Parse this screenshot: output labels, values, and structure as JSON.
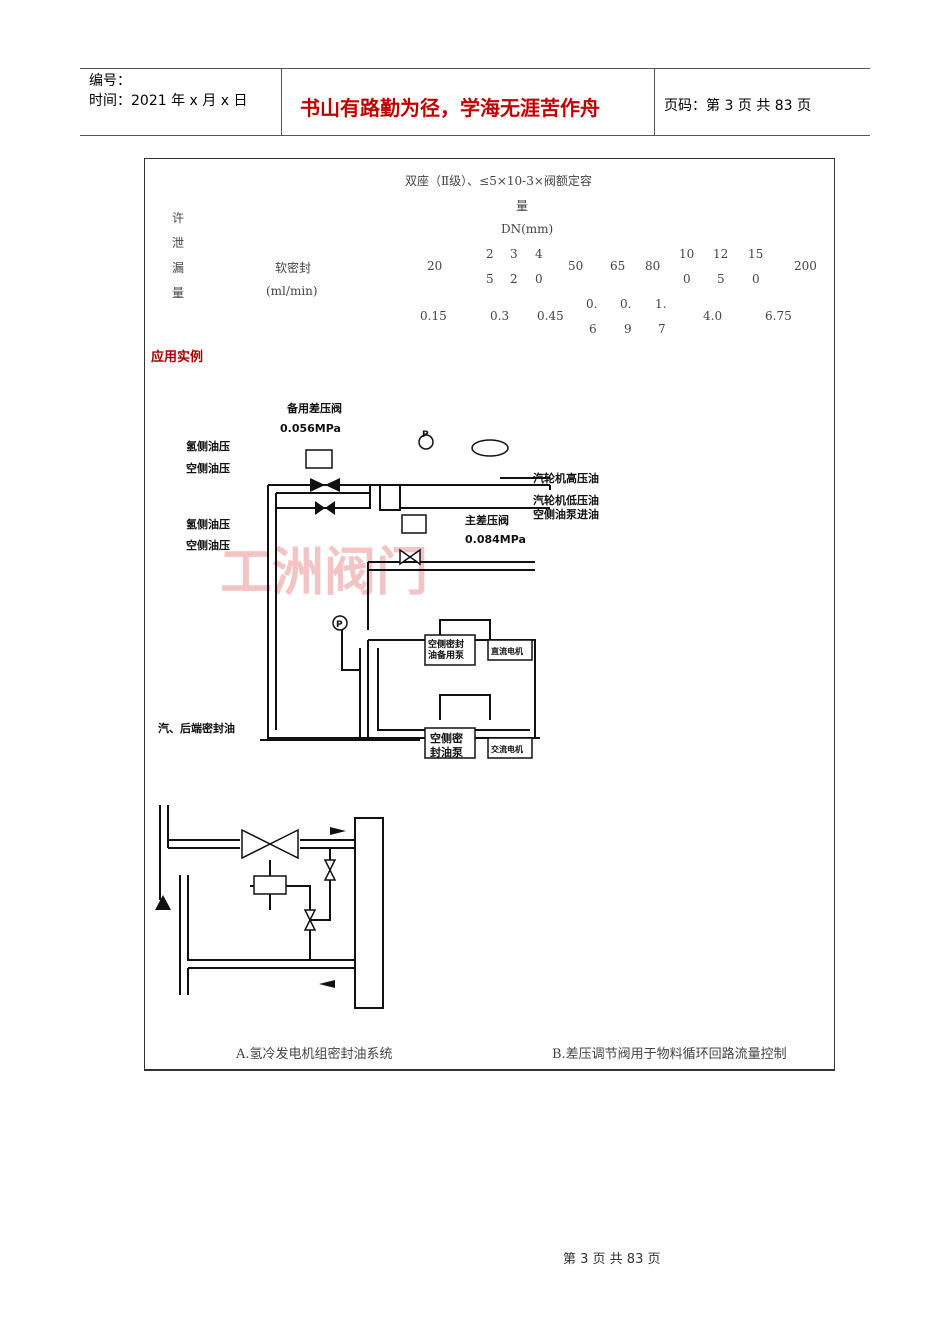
{
  "header": {
    "number_label": "编号：",
    "date_label": "时间：2021 年 x 月 x 日",
    "motto": "书山有路勤为径，学海无涯苦作舟",
    "page_label": "页码：第 3 页  共 83 页"
  },
  "table": {
    "title_line1": "双座（Ⅱ级）、≤5×10-3×阀额定容",
    "title_line2": "量",
    "dn_label": "DN(mm)",
    "row_label_chars": [
      "许",
      "泄",
      "漏",
      "量"
    ],
    "seal_label": "软密封",
    "unit_label": "(ml/min)",
    "dn_values": [
      {
        "top": "20"
      },
      {
        "top": "2",
        "bottom": "5"
      },
      {
        "top": "3",
        "bottom": "2"
      },
      {
        "top": "4",
        "bottom": "0"
      },
      {
        "top": "50"
      },
      {
        "top": "65"
      },
      {
        "top": "80"
      },
      {
        "top": "10",
        "bottom": "0"
      },
      {
        "top": "12",
        "bottom": "5"
      },
      {
        "top": "15",
        "bottom": "0"
      },
      {
        "top": "200"
      }
    ],
    "leak_values": [
      {
        "text": "0.15"
      },
      {
        "text": "0.3"
      },
      {
        "text": "0.45"
      },
      {
        "top": "0.",
        "bottom": "6"
      },
      {
        "top": "0.",
        "bottom": "9"
      },
      {
        "top": "1.",
        "bottom": "7"
      },
      {
        "text": "4.0"
      },
      {
        "text": "6.75"
      }
    ]
  },
  "section_title": "应用实例",
  "diagram_a": {
    "backup_valve": "备用差压阀",
    "backup_pressure": "0.056MPa",
    "h2_oil_pressure": "氢侧油压",
    "air_oil_pressure": "空侧油压",
    "turbine_high": "汽轮机高压油",
    "turbine_low": "汽轮机低压油",
    "air_pump_inlet": "空侧油泵进油",
    "main_valve": "主差压阀",
    "main_pressure": "0.084MPa",
    "backup_pump_1": "空侧密封",
    "backup_pump_2": "油备用泵",
    "dc_motor": "直流电机",
    "main_pump_1": "空侧密",
    "main_pump_2": "封油泵",
    "ac_motor": "交流电机",
    "seal_oil": "汽、后端密封油",
    "gauge": "P",
    "watermark": "工洲阀门"
  },
  "captions": {
    "a": "A.氢冷发电机组密封油系统",
    "b": "B.差压调节阀用于物料循环回路流量控制"
  },
  "footer": "第 3 页 共 83 页"
}
